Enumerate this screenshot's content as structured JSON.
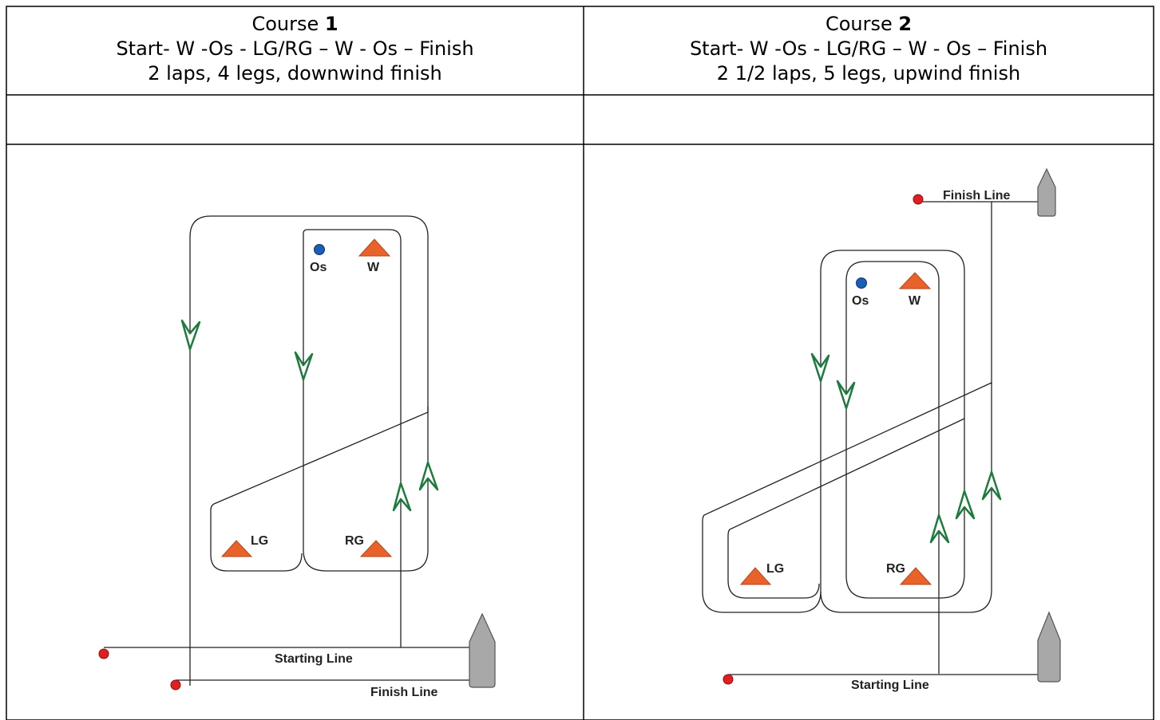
{
  "courses": [
    {
      "heading_prefix": "Course ",
      "number": "1",
      "route": "Start- W -Os - LG/RG – W - Os – Finish",
      "summary": "2 laps, 4 legs, downwind finish",
      "diagram": {
        "marks": {
          "os": "Os",
          "w": "W",
          "lg": "LG",
          "rg": "RG"
        },
        "start_line": "Starting Line",
        "finish_line": "Finish Line"
      }
    },
    {
      "heading_prefix": "Course ",
      "number": "2",
      "route": "Start- W -Os - LG/RG – W - Os – Finish",
      "summary": "2 1/2 laps, 5 legs, upwind finish",
      "diagram": {
        "marks": {
          "os": "Os",
          "w": "W",
          "lg": "LG",
          "rg": "RG"
        },
        "start_line": "Starting Line",
        "finish_line": "Finish Line"
      }
    }
  ],
  "colors": {
    "mark_orange": "#e8632a",
    "offset_blue": "#1a5fb4",
    "arrow_green": "#1e7a3e",
    "buoy_red": "#e02020",
    "boat_gray": "#a8a8a8"
  }
}
